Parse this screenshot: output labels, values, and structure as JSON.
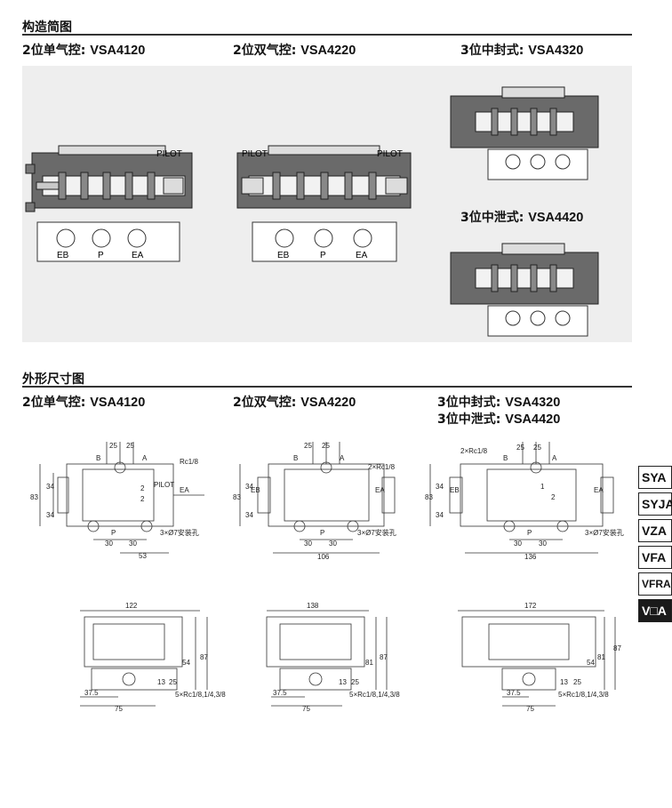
{
  "sections": {
    "construction": "构造简图",
    "dimensions": "外形尺寸图"
  },
  "construction": {
    "m1": {
      "prefix": "2位单气控: ",
      "code": "VSA4120"
    },
    "m2": {
      "prefix": "2位双气控: ",
      "code": "VSA4220"
    },
    "m3": {
      "prefix": "3位中封式: ",
      "code": "VSA4320"
    },
    "m4": {
      "prefix": "3位中泄式: ",
      "code": "VSA4420"
    },
    "labels": {
      "pilot": "PILOT",
      "eb": "EB",
      "p": "P",
      "ea": "EA"
    }
  },
  "dimensions_models": {
    "d1": {
      "prefix": "2位单气控: ",
      "code": "VSA4120"
    },
    "d2": {
      "prefix": "2位双气控: ",
      "code": "VSA4220"
    },
    "d3a": {
      "prefix": "3位中封式: ",
      "code": "VSA4320"
    },
    "d3b": {
      "prefix": "3位中泄式: ",
      "code": "VSA4420"
    }
  },
  "dims": {
    "d25": "25",
    "d83": "83",
    "d34": "34",
    "d30": "30",
    "d53": "53",
    "d106": "106",
    "d136": "136",
    "rc1": "Rc1/8",
    "rc2": "2×Rc1/8",
    "holes": "3×Ø7安装孔",
    "b": "B",
    "a": "A",
    "p": "P",
    "ea": "EA",
    "eb": "EB",
    "pilot": "PILOT",
    "n1": "1",
    "n2": "2",
    "d122": "122",
    "d138": "138",
    "d172": "172",
    "d87": "87",
    "d81": "81",
    "d54": "54",
    "d25v": "25",
    "d13": "13",
    "d37": "37.5",
    "d75": "75",
    "ports": "5×Rc1/8,1/4,3/8"
  },
  "tabs": [
    "SYA",
    "SYJA",
    "VZA",
    "VFA",
    "VFRA",
    "V□A"
  ]
}
